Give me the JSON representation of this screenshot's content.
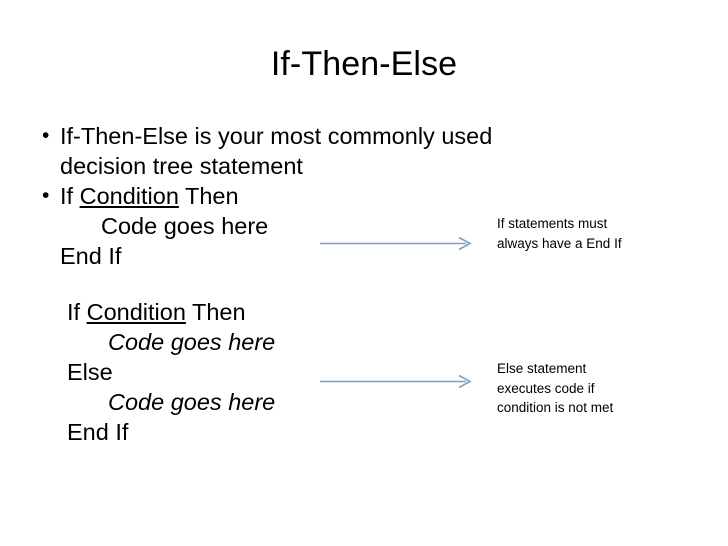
{
  "slide": {
    "title": "If-Then-Else",
    "background_color": "#ffffff",
    "text_color": "#000000",
    "arrow_color": "#7f9ec1"
  },
  "bullets": [
    {
      "marker": "•",
      "text": "If-Then-Else is your most commonly used decision tree statement"
    },
    {
      "marker": "•",
      "text": "If Condition Then"
    }
  ],
  "code_blocks": [
    {
      "name": "if-then-block",
      "lines": [
        {
          "pre": "If ",
          "underlined": "Condition",
          "post": " Then",
          "indent": 0,
          "italic": false
        },
        {
          "pre": "Code goes here",
          "underlined": "",
          "post": "",
          "indent": 1,
          "italic": false
        },
        {
          "pre": "End If",
          "underlined": "",
          "post": "",
          "indent": 0,
          "italic": false
        }
      ]
    },
    {
      "name": "if-then-else-block",
      "lines": [
        {
          "pre": "If ",
          "underlined": "Condition",
          "post": " Then",
          "indent": 0,
          "italic": false
        },
        {
          "pre": "Code goes here",
          "underlined": "",
          "post": "",
          "indent": 1,
          "italic": true
        },
        {
          "pre": "Else",
          "underlined": "",
          "post": "",
          "indent": 0,
          "italic": false
        },
        {
          "pre": "Code goes here",
          "underlined": "",
          "post": "",
          "indent": 1,
          "italic": true
        },
        {
          "pre": "End If",
          "underlined": "",
          "post": "",
          "indent": 0,
          "italic": false
        }
      ]
    }
  ],
  "notes": [
    {
      "id": "note-1",
      "text": "If statements must\nalways have a End If"
    },
    {
      "id": "note-2",
      "text": "Else statement\nexecutes code if\ncondition is not met"
    }
  ],
  "arrows": [
    {
      "id": "arrow-1",
      "direction": "right"
    },
    {
      "id": "arrow-2",
      "direction": "right"
    }
  ]
}
